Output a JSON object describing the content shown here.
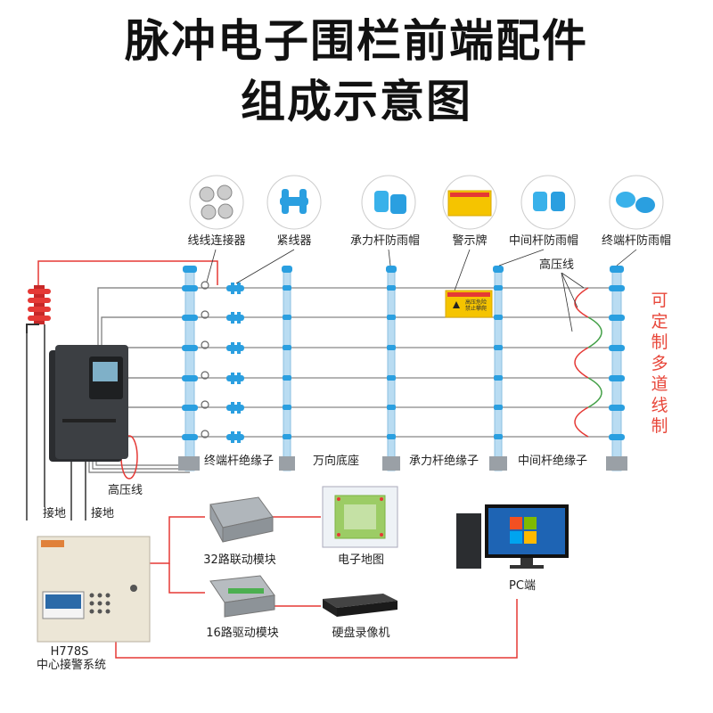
{
  "title_line1": "脉冲电子围栏前端配件",
  "title_line2": "组成示意图",
  "accessories": [
    {
      "label": "线线连接器"
    },
    {
      "label": "紧线器"
    },
    {
      "label": "承力杆防雨帽"
    },
    {
      "label": "警示牌"
    },
    {
      "label": "中间杆防雨帽"
    },
    {
      "label": "终端杆防雨帽"
    }
  ],
  "warning_sign": {
    "line1": "高压危险",
    "line2": "禁止攀爬"
  },
  "fence_labels": {
    "high_voltage_wire_top": "高压线",
    "terminal_insulator": "终端杆绝缘子",
    "universal_base": "万向底座",
    "bearing_insulator": "承力杆绝缘子",
    "middle_insulator": "中间杆绝缘子",
    "high_voltage_wire_bottom": "高压线",
    "ground_1": "接地",
    "ground_2": "接地"
  },
  "side_note": "可定制多道线制",
  "modules": {
    "linkage": "32路联动模块",
    "driver": "16路驱动模块",
    "emap": "电子地图",
    "dvr": "硬盘录像机",
    "pc": "PC端",
    "host_model": "H778S",
    "host_name": "中心接警系统"
  },
  "colors": {
    "connection_red": "#e53935",
    "post_blue": "#b9dcf2",
    "insulator_blue": "#2a9fe0",
    "side_note_red": "#e8473a",
    "energizer_dark": "#2b2d30"
  }
}
